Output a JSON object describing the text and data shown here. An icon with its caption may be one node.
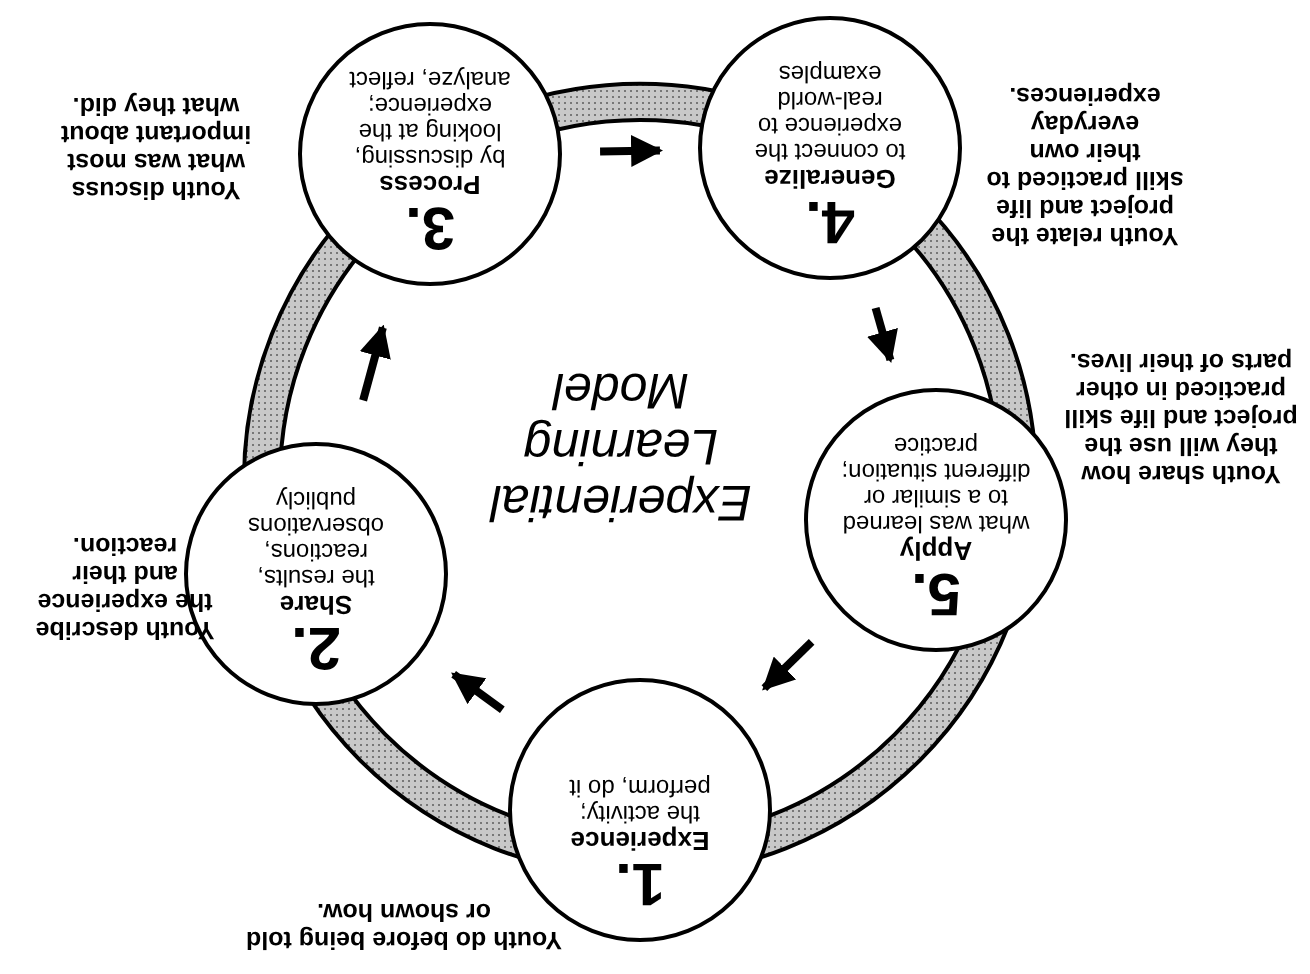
{
  "diagram": {
    "title": "Experiential Learning Model",
    "nodes": [
      {
        "text": [
          "1.",
          "Experience",
          "the activity; perform, do it"
        ],
        "beside": [
          "Youth do before being told or shown how."
        ]
      },
      {
        "text": [
          "2.",
          "Share",
          "the results, reactions, observations publicly"
        ],
        "beside": [
          "Youth describe the experience and their reaction."
        ]
      },
      {
        "text": [
          "3.",
          "Process",
          "by discussing, looking at the experience; analyze, reflect"
        ],
        "beside": [
          "Youth discuss what was most important about what they did."
        ]
      },
      {
        "text": [
          "4.",
          "Generalize",
          "to connect the experience to real-world examples"
        ],
        "beside": [
          "Youth relate the project and life skill practiced to their own everyday experiences."
        ]
      },
      {
        "text": [
          "5.",
          "Apply",
          "what was learned to a similar or different situation; practice"
        ],
        "beside": [
          "Youth share how they will use the project and life skill practiced in other parts of their lives."
        ]
      }
    ],
    "edges": [
      {
        "from": 0,
        "to": 1,
        "arrow": "to"
      },
      {
        "from": 1,
        "to": 2,
        "arrow": "to"
      },
      {
        "from": 2,
        "to": 3,
        "arrow": "to"
      },
      {
        "from": 3,
        "to": 4,
        "arrow": "to"
      },
      {
        "from": 4,
        "to": 0,
        "arrow": "to"
      }
    ]
  }
}
